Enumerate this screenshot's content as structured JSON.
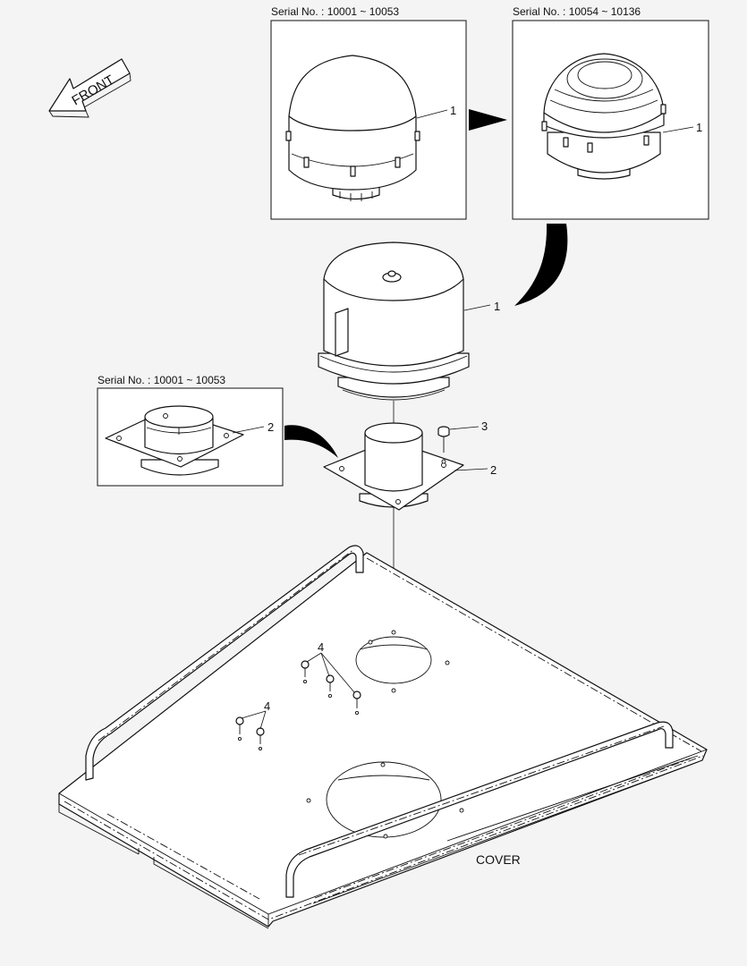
{
  "front_label": "FRONT",
  "insets": {
    "top_left_serial": "Serial No. : 10001 ~ 10053",
    "top_right_serial": "Serial No. : 10054 ~ 10136",
    "mid_left_serial": "Serial No. : 10001 ~ 10053"
  },
  "callouts": {
    "inset_tl_part": "1",
    "inset_tr_part": "1",
    "main_cleaner": "1",
    "inset_ml_part": "2",
    "main_flange": "2",
    "bolt": "3",
    "bolts_upper": "4",
    "bolts_lower": "4"
  },
  "cover_label": "COVER"
}
